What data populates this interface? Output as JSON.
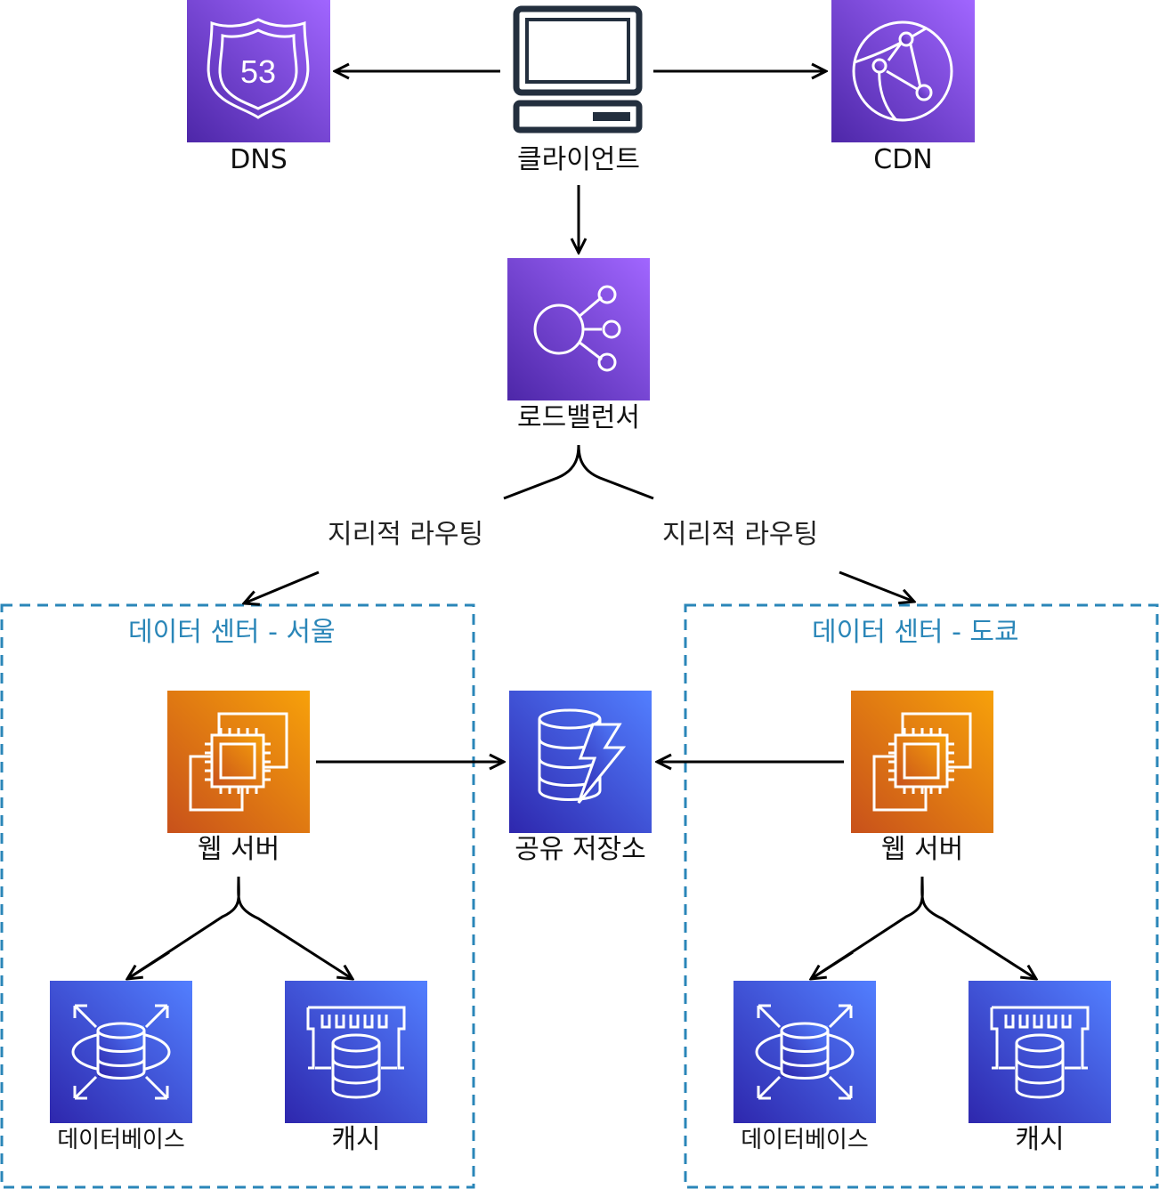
{
  "colors": {
    "purple_light": "#a166ff",
    "purple_dark": "#4d27a8",
    "orange_light": "#f7a10a",
    "orange_dark": "#c8511b",
    "blue_light": "#527fff",
    "blue_dark": "#2e27ad",
    "region_border": "#2a86b8",
    "arrow": "#000000"
  },
  "nodes": {
    "client": {
      "label": "클라이언트",
      "icon": "desktop-computer-icon"
    },
    "dns": {
      "label": "DNS",
      "icon": "route53-shield-icon"
    },
    "cdn": {
      "label": "CDN",
      "icon": "cloudfront-globe-icon"
    },
    "load_balancer": {
      "label": "로드밸런서",
      "icon": "load-balancer-icon"
    },
    "shared_storage": {
      "label": "공유 저장소",
      "icon": "dynamodb-icon"
    }
  },
  "edge_labels": {
    "left": "지리적 라우팅",
    "right": "지리적 라우팅"
  },
  "regions": {
    "seoul": {
      "title": "데이터 센터 - 서울",
      "web_server": {
        "label": "웹 서버",
        "icon": "ec2-instance-icon"
      },
      "database": {
        "label": "데이터베이스",
        "icon": "rds-database-icon"
      },
      "cache": {
        "label": "캐시",
        "icon": "elasticache-icon"
      }
    },
    "tokyo": {
      "title": "데이터 센터 - 도쿄",
      "web_server": {
        "label": "웹 서버",
        "icon": "ec2-instance-icon"
      },
      "database": {
        "label": "데이터베이스",
        "icon": "rds-database-icon"
      },
      "cache": {
        "label": "캐시",
        "icon": "elasticache-icon"
      }
    }
  }
}
